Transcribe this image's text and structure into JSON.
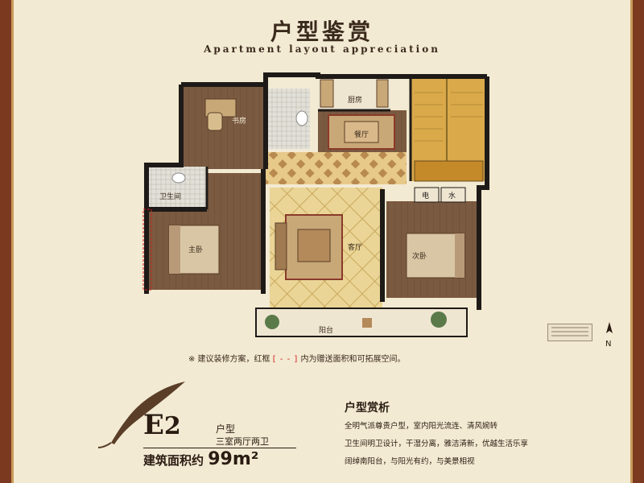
{
  "header": {
    "title": "户型鉴赏",
    "subtitle": "Apartment layout appreciation"
  },
  "floorplan": {
    "rooms": {
      "study": "书房",
      "kitchen": "厨房",
      "dining": "餐厅",
      "secondary_bath": "卫生间",
      "master_bedroom": "主卧",
      "living_room": "客厅",
      "bedroom": "次卧",
      "balcony": "阳台",
      "electric": "电",
      "water": "水"
    },
    "compass": "N"
  },
  "note": {
    "prefix": "※ 建议装修方案，红框",
    "box": "[ - - ]",
    "suffix": "内为赠送面积和可拓展空间。"
  },
  "unit": {
    "code_letter": "E",
    "code_number": "2",
    "type_label": "户型",
    "type_desc": "三室两厅两卫",
    "area_label": "建筑面积约",
    "area_value": "99m²"
  },
  "analysis": {
    "title": "户型赏析",
    "lines": [
      "全明气派尊贵户型，室内阳光流连、清风婉转",
      "卫生间明卫设计，干湿分离，雅洁清新，优越生活乐享",
      "阔绰南阳台，与阳光有约，与美景相视"
    ]
  },
  "colors": {
    "background": "#f3ead3",
    "frame": "#7b3a20",
    "wall": "#1e1a17",
    "wood_floor": "#7a5a40",
    "tile_floor": "#e6cf8e",
    "stair": "#d9a94a",
    "note_red": "#d02020"
  }
}
